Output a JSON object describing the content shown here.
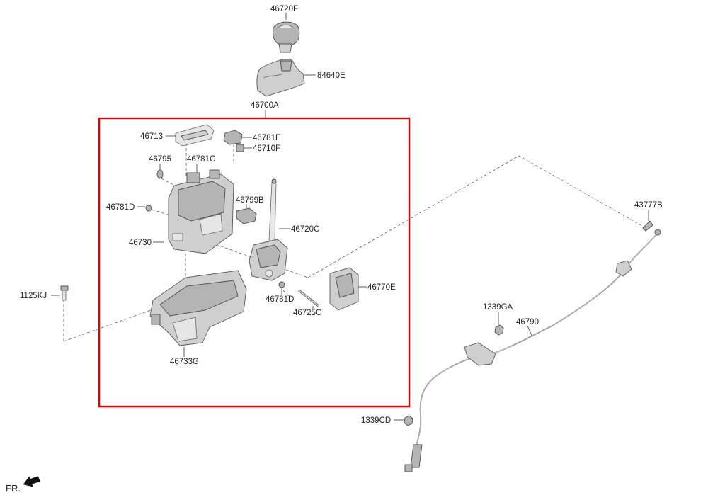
{
  "diagram": {
    "labels": {
      "p46720F": "46720F",
      "p84640E": "84640E",
      "p46700A": "46700A",
      "p46713": "46713",
      "p46781E": "46781E",
      "p46710F": "46710F",
      "p46795": "46795",
      "p46781C": "46781C",
      "p46799B": "46799B",
      "p46781D_left": "46781D",
      "p46720C": "46720C",
      "p46730": "46730",
      "p46770E": "46770E",
      "p46781D_mid": "46781D",
      "p46725C": "46725C",
      "p1125KJ": "1125KJ",
      "p46733G": "46733G",
      "p43777B": "43777B",
      "p1339GA": "1339GA",
      "p46790": "46790",
      "p1339CD": "1339CD"
    },
    "orientation_label": "FR.",
    "highlight_color": "#e00000"
  }
}
